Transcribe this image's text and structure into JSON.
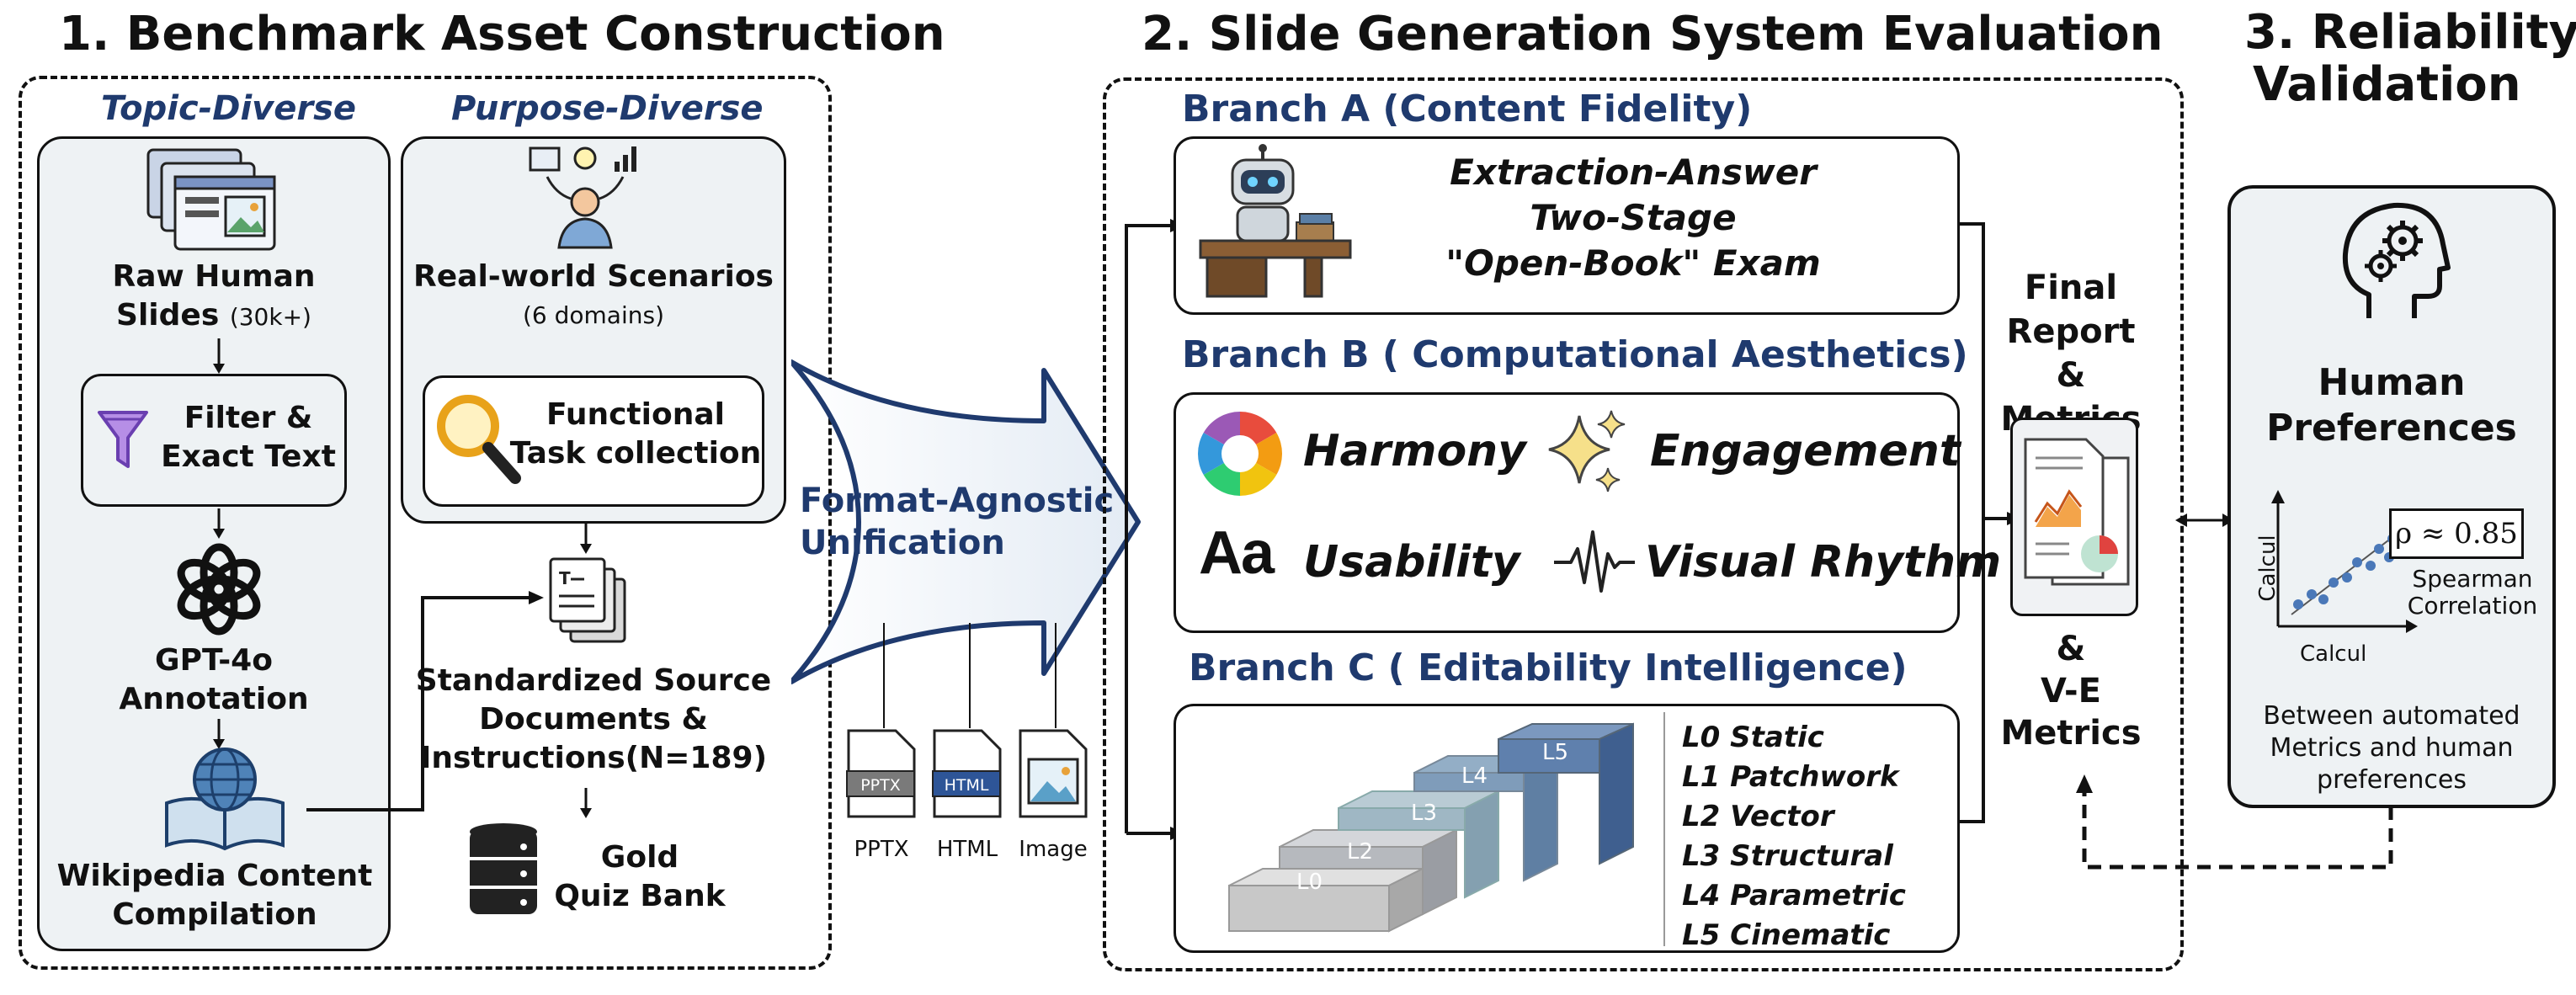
{
  "section1": {
    "heading": "1. Benchmark Asset Construction",
    "topic_title": "Topic-Diverse",
    "purpose_title": "Purpose-Diverse",
    "raw_slides_line1": "Raw Human",
    "raw_slides_line2": "Slides",
    "raw_slides_count": "(30k+)",
    "filter_line1": "Filter &",
    "filter_line2": "Exact Text",
    "gpt_line1": "GPT-4o",
    "gpt_line2": "Annotation",
    "wiki_line1": "Wikipedia Content",
    "wiki_line2": "Compilation",
    "scenarios_title": "Real-world Scenarios",
    "scenarios_sub": "(6 domains)",
    "functional_line1": "Functional",
    "functional_line2": "Task collection",
    "std_line1": "Standardized Source",
    "std_line2": "Documents &",
    "std_line3": "Instructions(N=189)",
    "gold_line1": "Gold",
    "gold_line2": "Quiz Bank"
  },
  "middle": {
    "unification_line1": "Format-Agnostic",
    "unification_line2": "Unification",
    "formats": [
      "PPTX",
      "HTML",
      "Image"
    ],
    "format_icon_labels": [
      "PPTX",
      "HTML"
    ]
  },
  "section2": {
    "heading": "2. Slide Generation System Evaluation",
    "branch_a_title": "Branch A (Content Fidelity)",
    "branch_a_line1": "Extraction-Answer",
    "branch_a_line2": "Two-Stage",
    "branch_a_line3": "\"Open-Book\" Exam",
    "branch_b_title": "Branch B ( Computational Aesthetics)",
    "harmony": "Harmony",
    "engagement": "Engagement",
    "usability": "Usability",
    "usability_glyph": "Aa",
    "visual_rhythm": "Visual Rhythm",
    "branch_c_title": "Branch C ( Editability Intelligence)",
    "stair_labels": [
      "L0",
      "L2",
      "L3",
      "L4",
      "L5"
    ],
    "levels": [
      "L0 Static",
      "L1 Patchwork",
      "L2 Vector",
      "L3 Structural",
      "L4 Parametric",
      "L5 Cinematic"
    ],
    "final_line1": "Final",
    "final_line2": "Report &",
    "final_line3": "Metrics",
    "ve_line1": "&",
    "ve_line2": "V-E",
    "ve_line3": "Metrics"
  },
  "section3": {
    "heading_line1": "3. Reliability",
    "heading_line2": "Validation",
    "human_line1": "Human",
    "human_line2": "Preferences",
    "rho": "ρ ≈ 0.85",
    "spearman_line1": "Spearman",
    "spearman_line2": "Correlation",
    "axis_x": "Calcul",
    "axis_y": "Calcul",
    "between_line1": "Between automated",
    "between_line2": "Metrics and human",
    "between_line3": "preferences"
  },
  "colors": {
    "accent_navy": "#1f3a6e",
    "panel_fill": "#eef2f4",
    "stair_blue": "#3f5f8f"
  }
}
